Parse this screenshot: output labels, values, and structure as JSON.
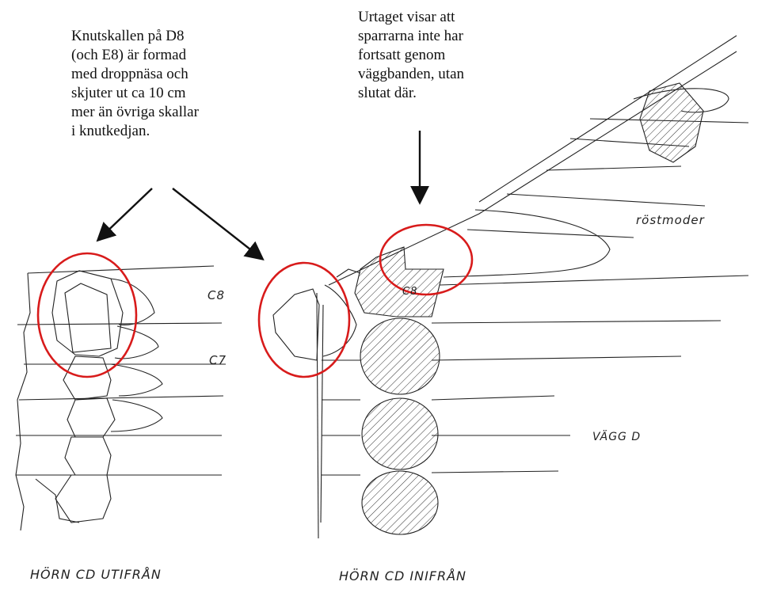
{
  "annotations": {
    "left_note": [
      "Knutskallen på D8",
      "(och E8) är formad",
      "med droppnäsa och",
      "skjuter ut ca 10 cm",
      "mer än övriga skallar",
      "i knutkedjan."
    ],
    "right_note": [
      "Urtaget visar att",
      "sparrarna inte har",
      "fortsatt genom",
      "väggbanden, utan",
      "slutat där."
    ]
  },
  "labels": {
    "c8": "C8",
    "c7": "C7",
    "c8_inner": "C8",
    "rostmoder": "röstmoder",
    "wall": "VÄGG D",
    "corner_outside": "HÖRN CD UTIFRÅN",
    "corner_inside": "HÖRN CD INIFRÅN"
  },
  "colors": {
    "ink": "#222222",
    "highlight": "#d81b1b",
    "arrow": "#111111"
  }
}
